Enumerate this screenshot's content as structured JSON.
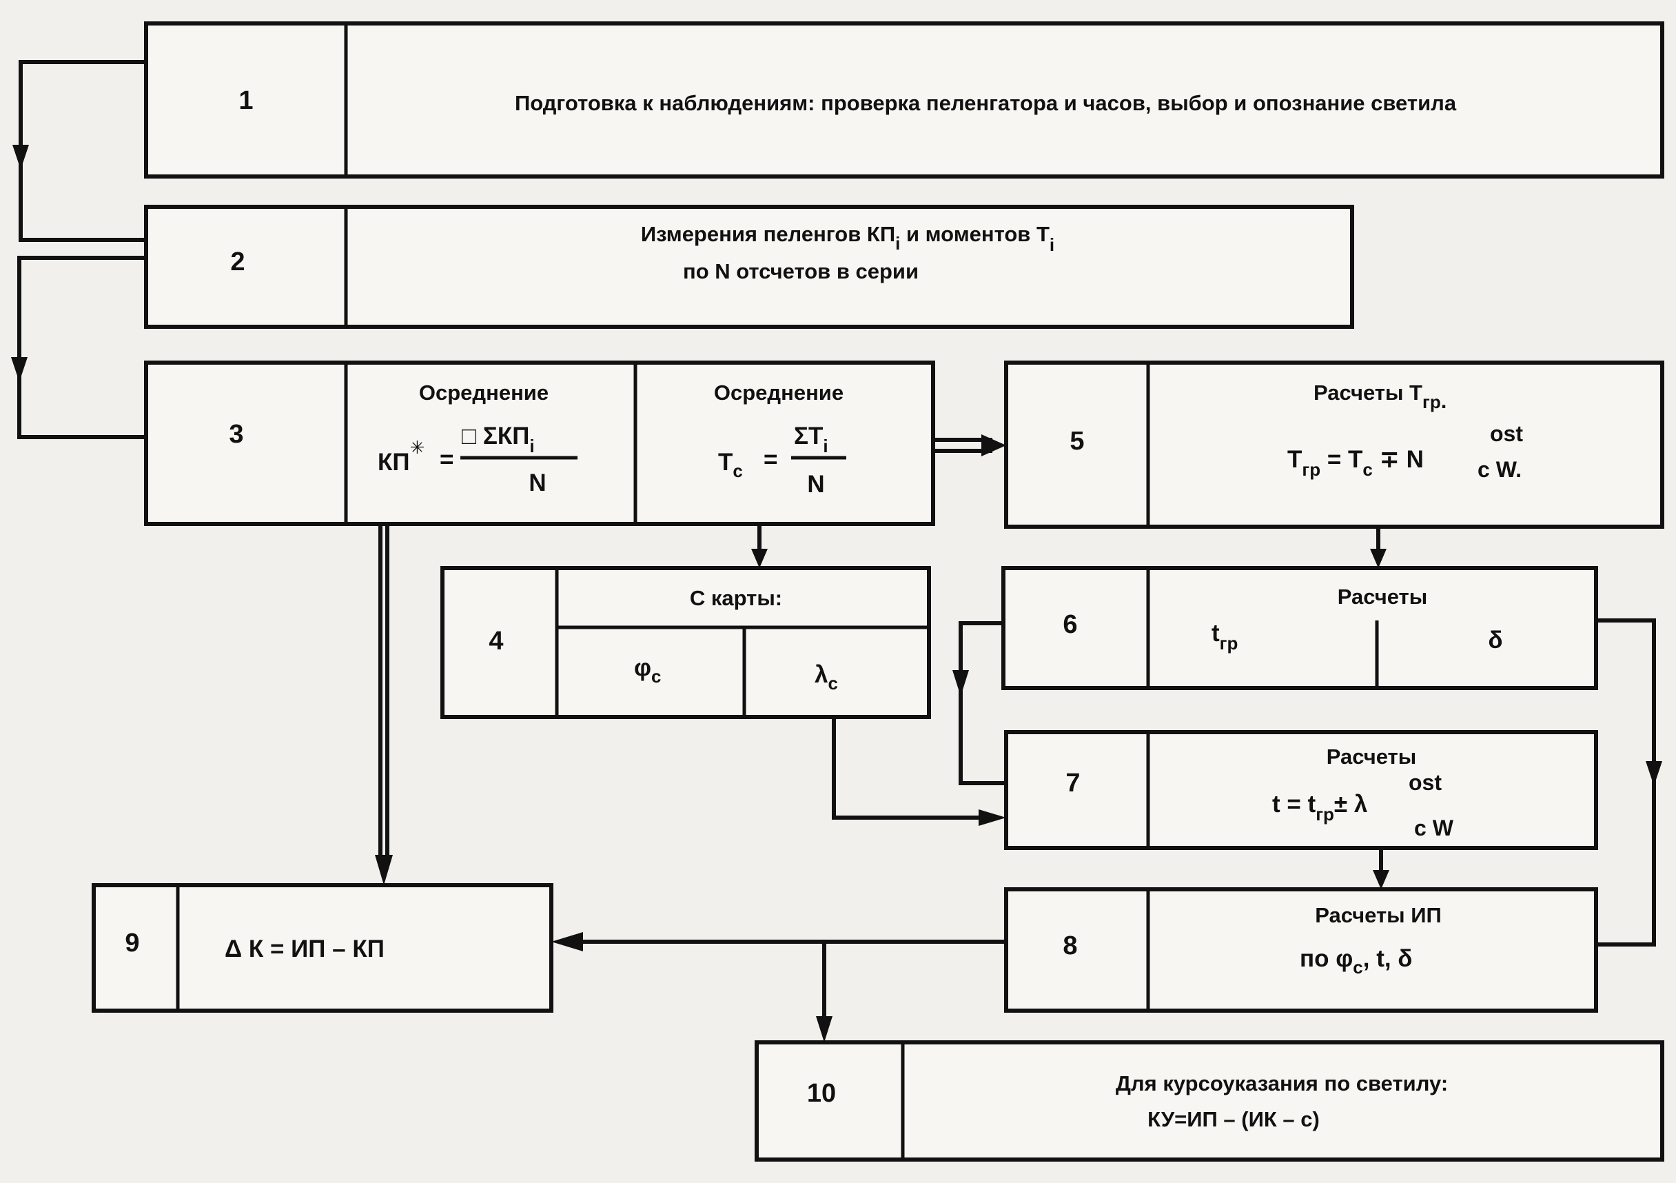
{
  "blocks": {
    "b1": {
      "number": "1",
      "text": "Подготовка к наблюдениям: проверка пеленгатора и часов, выбор и опознание светила"
    },
    "b2": {
      "number": "2",
      "line1": "Измерения пеленгов КП",
      "line1_sub": "i",
      "line1_mid": " и моментов Т",
      "line1_sub2": "i",
      "line2": "по  N  отсчетов в серии"
    },
    "b3": {
      "number": "3",
      "left": {
        "title": "Осреднение",
        "lhs": "КП",
        "lhs_sup": "✳",
        "eq": "=",
        "numerator": "□  ΣКП",
        "numerator_sub": "i",
        "denominator": "N"
      },
      "right": {
        "title": "Осреднение",
        "lhs": "Т",
        "lhs_sub": "с",
        "eq": "=",
        "numerator": "ΣТ",
        "numerator_sub": "i",
        "denominator": "N"
      }
    },
    "b4": {
      "number": "4",
      "title": "С карты:",
      "left_sym": "φ",
      "left_sub": "с",
      "right_sym": "λ",
      "right_sub": "с"
    },
    "b5": {
      "number": "5",
      "title": "Расчеты Т",
      "title_sub": "гр",
      "title_end": ".",
      "f_lhs": "Т",
      "f_lhs_sub": "гр",
      "f_mid": " = Т",
      "f_mid_sub": "с",
      "f_op": " ∓ N",
      "f_sup": "ost",
      "f_sub": "c W",
      "f_end": "."
    },
    "b6": {
      "number": "6",
      "title": "Расчеты",
      "left_sym": "t",
      "left_sub": "гр",
      "right_sym": "δ"
    },
    "b7": {
      "number": "7",
      "title": "Расчеты",
      "f_lhs": "t = t",
      "f_lhs_sub": "гр",
      "f_op": "± λ",
      "f_sup": "ost",
      "f_sub": "c W"
    },
    "b8": {
      "number": "8",
      "title": "Расчеты ИП",
      "line2_pre": "по φ",
      "line2_sub": "с",
      "line2_post": ", t, δ"
    },
    "b9": {
      "number": "9",
      "formula": "Δ К = ИП – КП"
    },
    "b10": {
      "number": "10",
      "line1": "Для курсоуказания по светилу:",
      "line2": "КУ=ИП –  (ИК – с)"
    }
  }
}
